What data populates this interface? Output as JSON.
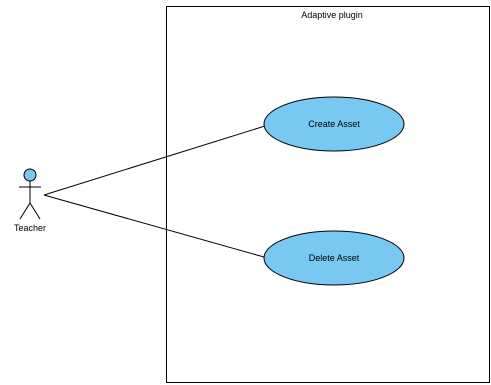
{
  "diagram": {
    "system_boundary": {
      "name": "Adaptive plugin"
    },
    "actors": [
      {
        "id": "teacher",
        "name": "Teacher"
      }
    ],
    "use_cases": [
      {
        "id": "create-asset",
        "name": "Create Asset"
      },
      {
        "id": "delete-asset",
        "name": "Delete Asset"
      }
    ],
    "associations": [
      {
        "from": "teacher",
        "to": "create-asset"
      },
      {
        "from": "teacher",
        "to": "delete-asset"
      }
    ],
    "colors": {
      "use_case_fill": "#79C8F1",
      "actor_head_fill": "#79C8F1",
      "line": "#000000",
      "boundary_fill": "#FFFFFF"
    }
  }
}
